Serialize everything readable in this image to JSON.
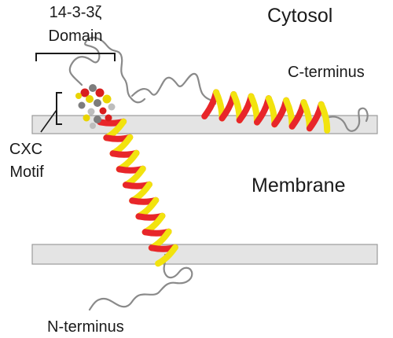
{
  "labels": {
    "domain_line1": "14-3-3ζ",
    "domain_line2": "Domain",
    "cytosol": "Cytosol",
    "c_terminus": "C-terminus",
    "cxc_line1": "CXC",
    "cxc_line2": "Motif",
    "membrane": "Membrane",
    "n_terminus": "N-terminus"
  },
  "colors": {
    "helix_red": "#e8262a",
    "helix_yellow": "#f2e30e",
    "loop": "#8a8a8a",
    "membrane_fill": "#e4e4e4",
    "membrane_stroke": "#9a9a9a",
    "atom_red": "#d81e1e",
    "atom_gray": "#7d7d7d",
    "atom_yellow": "#e9d400",
    "text": "#1a1a1a"
  }
}
